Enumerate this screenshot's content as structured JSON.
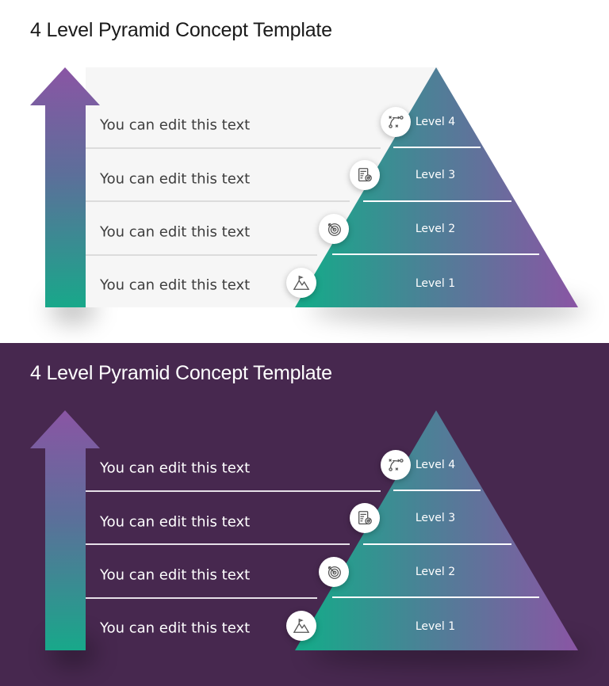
{
  "slides": [
    {
      "theme": "light",
      "title": "4 Level Pyramid Concept Template",
      "rows": [
        {
          "text": "You can edit this text",
          "level": "Level 4",
          "icon": "strategy-icon"
        },
        {
          "text": "You can edit this text",
          "level": "Level 3",
          "icon": "plan-target-icon"
        },
        {
          "text": "You can edit this text",
          "level": "Level 2",
          "icon": "target-icon"
        },
        {
          "text": "You can edit this text",
          "level": "Level 1",
          "icon": "mountain-flag-icon"
        }
      ]
    },
    {
      "theme": "dark",
      "title": "4 Level Pyramid Concept Template",
      "rows": [
        {
          "text": "You can edit this text",
          "level": "Level 4",
          "icon": "strategy-icon"
        },
        {
          "text": "You can edit this text",
          "level": "Level 3",
          "icon": "plan-target-icon"
        },
        {
          "text": "You can edit this text",
          "level": "Level 2",
          "icon": "target-icon"
        },
        {
          "text": "You can edit this text",
          "level": "Level 1",
          "icon": "mountain-flag-icon"
        }
      ]
    }
  ],
  "colors": {
    "dark_background": "#47284f",
    "light_background": "#ffffff",
    "panel": "#f6f6f6",
    "gradient_teal": "#18a88a",
    "gradient_blue": "#4a8296",
    "gradient_purple": "#8a55a4"
  }
}
